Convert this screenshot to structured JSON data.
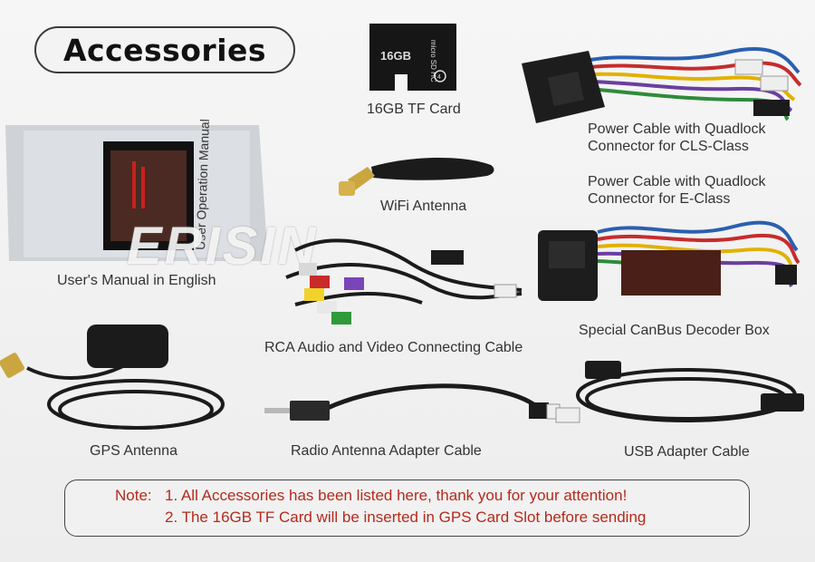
{
  "title": "Accessories",
  "brand_watermark": "ERISIN",
  "items": {
    "tf_card": "16GB TF Card",
    "quadlock_cls": [
      "Power Cable with Quadlock",
      "Connector for CLS-Class"
    ],
    "quadlock_e": [
      "Power Cable with Quadlock",
      "Connector for E-Class"
    ],
    "wifi_antenna": "WiFi Antenna",
    "manual": "User's Manual in English",
    "rca_cable": "RCA Audio and Video Connecting Cable",
    "canbus_box": "Special CanBus Decoder Box",
    "gps_antenna": "GPS Antenna",
    "radio_adapter": "Radio Antenna Adapter Cable",
    "usb_adapter": "USB Adapter Cable"
  },
  "card_print": {
    "capacity": "16GB",
    "logo": "micro SD HC",
    "class": "4"
  },
  "manual_print": "User Operation Manual",
  "note": {
    "label": "Note:",
    "line1": "1. All Accessories has been listed here, thank you for your attention!",
    "line2": "2. The 16GB TF Card will be inserted in GPS Card Slot before sending"
  },
  "colors": {
    "note_text": "#b52a1c",
    "caption_text": "#333333"
  }
}
